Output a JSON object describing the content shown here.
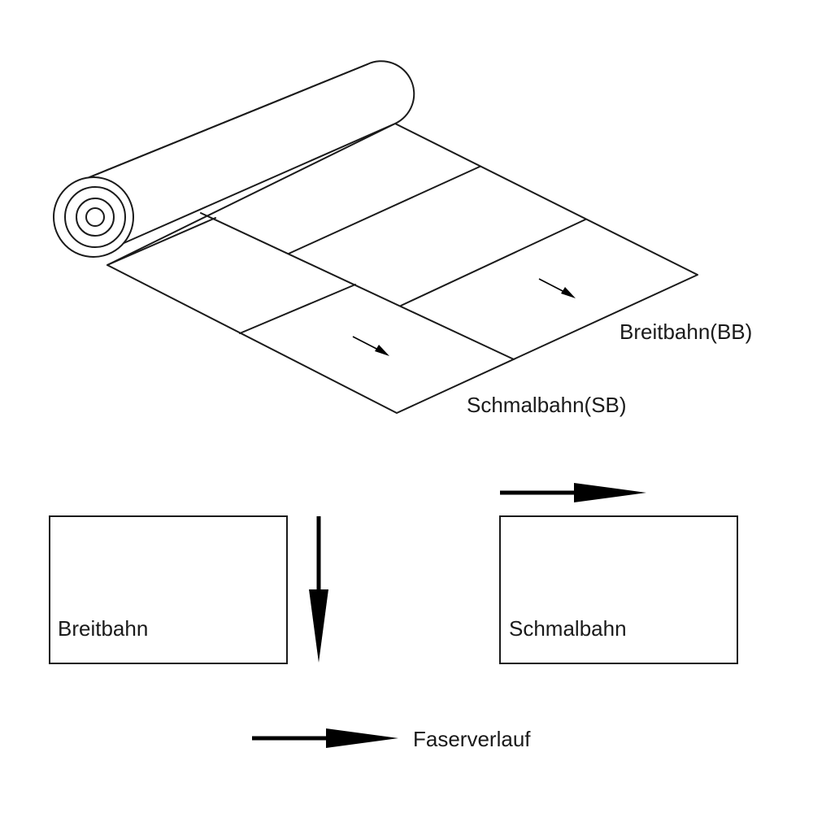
{
  "labels": {
    "breitbahn_bb": "Breitbahn(BB)",
    "schmalbahn_sb": "Schmalbahn(SB)",
    "breitbahn": "Breitbahn",
    "schmalbahn": "Schmalbahn",
    "faserverlauf": "Faserverlauf"
  },
  "colors": {
    "stroke": "#1a1a1a",
    "arrow": "#000000",
    "background": "#ffffff"
  }
}
